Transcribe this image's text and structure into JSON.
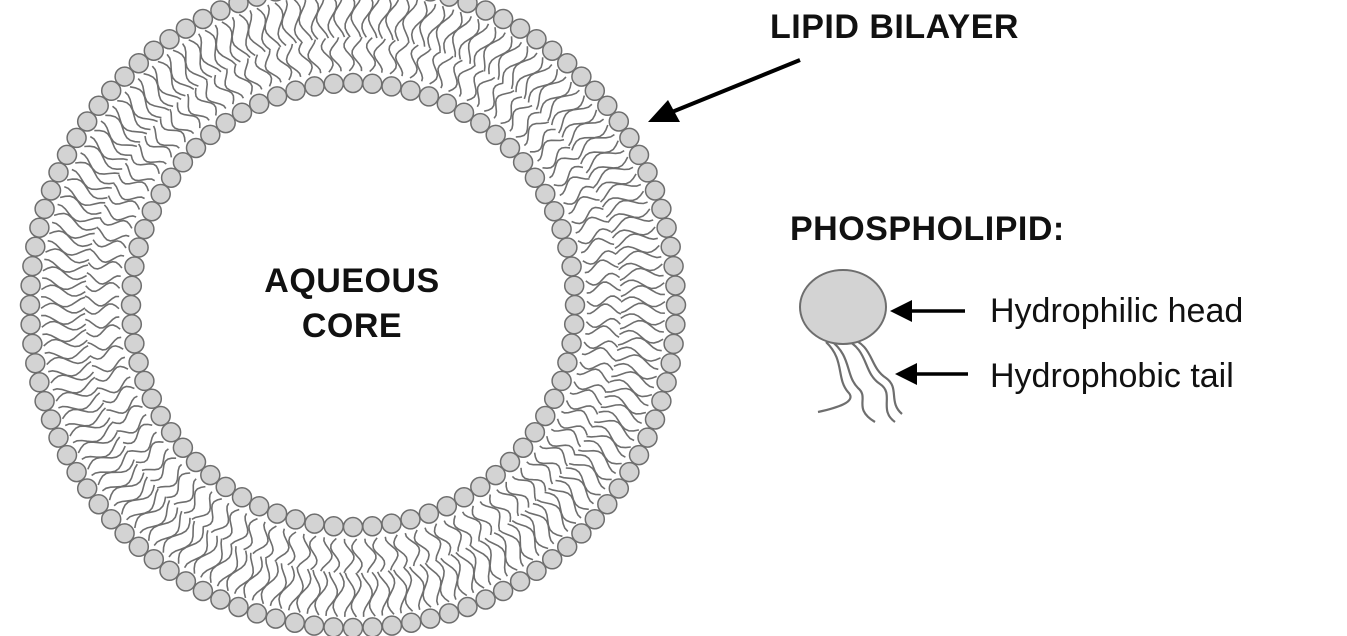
{
  "labels": {
    "lipid_bilayer": "LIPID BILAYER",
    "core_line1": "AQUEOUS",
    "core_line2": "CORE",
    "phospholipid": "PHOSPHOLIPID:",
    "hydrophilic_head": "Hydrophilic head",
    "hydrophobic_tail": "Hydrophobic tail"
  },
  "colors": {
    "head_fill": "#d3d3d3",
    "stroke": "#6e6e6e",
    "text": "#111111",
    "arrow": "#000000"
  }
}
